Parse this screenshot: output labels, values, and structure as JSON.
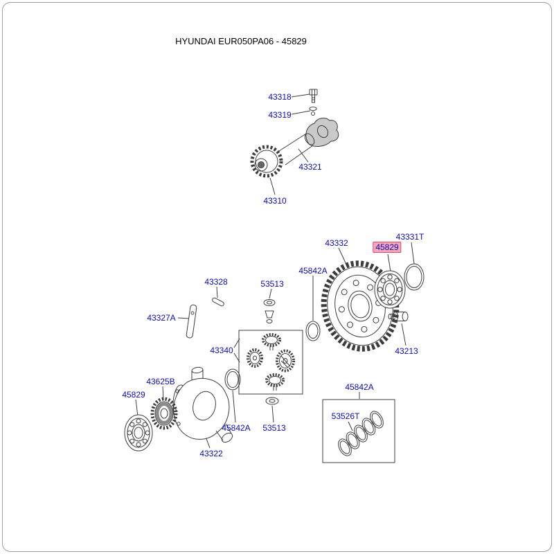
{
  "title": "HYUNDAI EUR050PA06 - 45829",
  "highlighted_part": "45829",
  "colors": {
    "label_text": "#0a0ac4",
    "highlight_bg": "#f7a8b8",
    "highlight_border": "#e04a5f",
    "line_art": "#3c3c3c",
    "background": "#ffffff",
    "page_border": "#9e9e9e",
    "title_text": "#000000"
  },
  "labels": [
    {
      "text": "43318",
      "highlight": false
    },
    {
      "text": "43319",
      "highlight": false
    },
    {
      "text": "43321",
      "highlight": false
    },
    {
      "text": "43310",
      "highlight": false
    },
    {
      "text": "43332",
      "highlight": false
    },
    {
      "text": "43331T",
      "highlight": false
    },
    {
      "text": "45829",
      "highlight": true
    },
    {
      "text": "45842A",
      "highlight": false
    },
    {
      "text": "43328",
      "highlight": false
    },
    {
      "text": "53513",
      "highlight": false
    },
    {
      "text": "43327A",
      "highlight": false
    },
    {
      "text": "43340",
      "highlight": false
    },
    {
      "text": "43213",
      "highlight": false
    },
    {
      "text": "43625B",
      "highlight": false
    },
    {
      "text": "45829",
      "highlight": false
    },
    {
      "text": "45842A",
      "highlight": false
    },
    {
      "text": "53526T",
      "highlight": false
    },
    {
      "text": "45842A",
      "highlight": false
    },
    {
      "text": "53513",
      "highlight": false
    },
    {
      "text": "43322",
      "highlight": false
    }
  ]
}
